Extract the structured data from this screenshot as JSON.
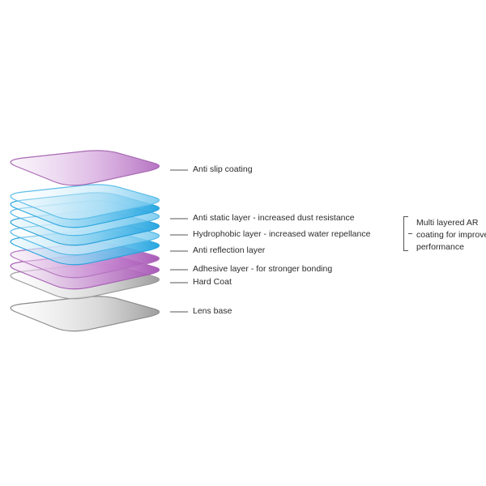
{
  "colors": {
    "purple": "#b877c2",
    "blue": "#29a9e1",
    "light_blue": "#8fd2ef",
    "gray": "#8c8c8c",
    "leader": "#555555",
    "text": "#2b2b2b"
  },
  "layers": [
    {
      "name": "anti-slip-coating",
      "label": "Anti slip coating",
      "color": "purple"
    },
    {
      "name": "anti-static-layer",
      "label": "Anti static layer - increased dust resistance",
      "color": "blue"
    },
    {
      "name": "hydrophobic-layer",
      "label": "Hydrophobic layer - increased water repellance",
      "color": "blue"
    },
    {
      "name": "anti-reflection-layer",
      "label": "Anti reflection layer",
      "color": "blue"
    },
    {
      "name": "adhesive-layer",
      "label": "Adhesive layer - for stronger bonding",
      "color": "purple"
    },
    {
      "name": "hard-coat",
      "label": "Hard Coat",
      "color": "gray"
    },
    {
      "name": "lens-base",
      "label": "Lens base",
      "color": "gray"
    }
  ],
  "group": {
    "lines": [
      "Multi layered AR",
      "coating for improved",
      "performance"
    ]
  }
}
